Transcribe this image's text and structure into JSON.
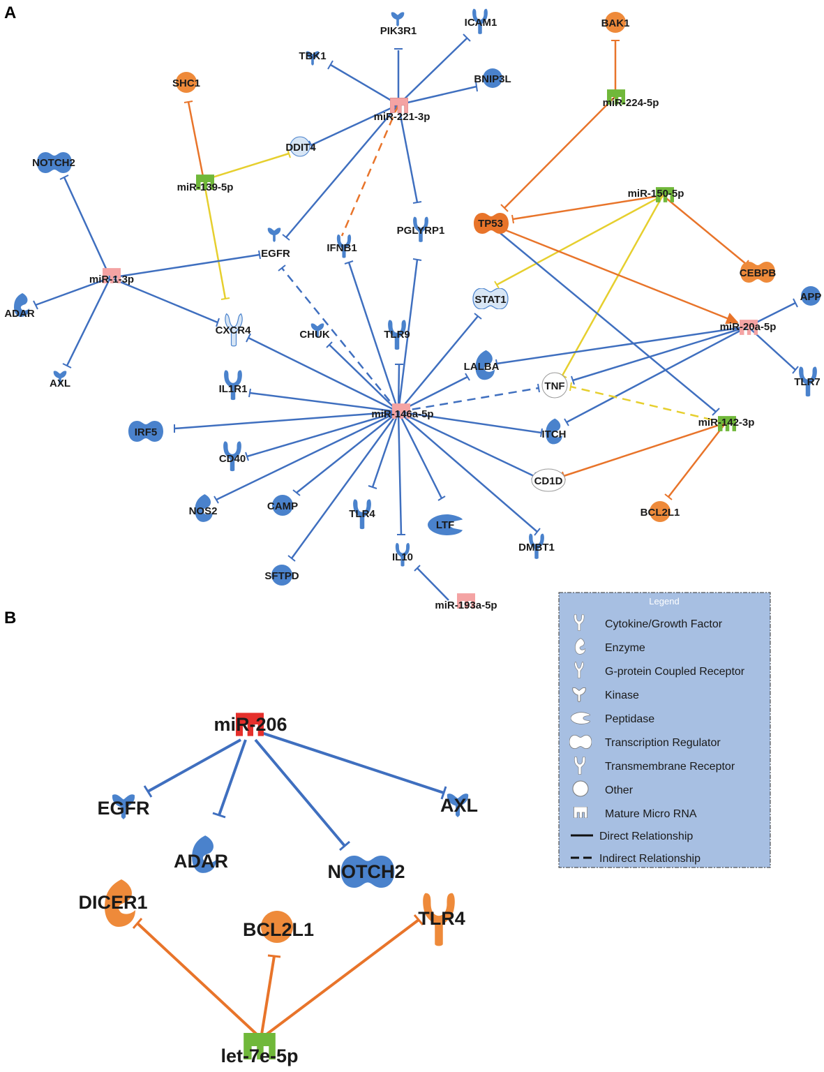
{
  "panels": {
    "a": "A",
    "b": "B"
  },
  "colors": {
    "blue_edge": "#3f6fbf",
    "orange_edge": "#e8742a",
    "yellow_edge": "#e6cf2e",
    "node_blue": "#4a82cc",
    "node_light_blue": "#d8e6f5",
    "node_orange": "#ee8a3a",
    "mirna_pink": "#f4a3a3",
    "mirna_green": "#70b83a",
    "mirna_red": "#e5302c",
    "legend_bg": "#a7bfe2"
  },
  "nodes": {
    "pik3r1": "PIK3R1",
    "icam1": "ICAM1",
    "bak1": "BAK1",
    "tbk1": "TBK1",
    "shc1": "SHC1",
    "bnip3l": "BNIP3L",
    "mir221": "miR-221-3p",
    "mir224": "miR-224-5p",
    "notch2": "NOTCH2",
    "ddit4": "DDIT4",
    "mir139": "miR-139-5p",
    "mir150": "miR-150-5p",
    "tp53": "TP53",
    "pglyrp1": "PGLYRP1",
    "ifnb1": "IFNB1",
    "egfr": "EGFR",
    "mir1": "miR-1-3p",
    "cebpb": "CEBPB",
    "stat1": "STAT1",
    "app": "APP",
    "adar": "ADAR",
    "cxcr4": "CXCR4",
    "chuk": "CHUK",
    "tlr9": "TLR9",
    "mir20a": "miR-20a-5p",
    "lalba": "LALBA",
    "axl": "AXL",
    "tlr7": "TLR7",
    "tnf": "TNF",
    "il1r1": "IL1R1",
    "mir146a": "miR-146a-5p",
    "mir142": "miR-142-3p",
    "irf5": "IRF5",
    "itch": "ITCH",
    "cd40": "CD40",
    "cd1d": "CD1D",
    "nos2": "NOS2",
    "camp": "CAMP",
    "tlr4": "TLR4",
    "ltf": "LTF",
    "bcl2l1": "BCL2L1",
    "dmbt1": "DMBT1",
    "il10": "IL10",
    "sftpd": "SFTPD",
    "mir193a": "miR-193a-5p"
  },
  "panel_b_nodes": {
    "mir206": "miR-206",
    "egfr": "EGFR",
    "axl": "AXL",
    "adar": "ADAR",
    "notch2": "NOTCH2",
    "dicer1": "DICER1",
    "bcl2l1": "BCL2L1",
    "tlr4": "TLR4",
    "let7e": "let-7e-5p"
  },
  "legend": {
    "title": "Legend",
    "items": [
      {
        "icon": "cytokine-icon",
        "label": "Cytokine/Growth Factor"
      },
      {
        "icon": "enzyme-icon",
        "label": "Enzyme"
      },
      {
        "icon": "gpcr-icon",
        "label": "G-protein Coupled Receptor"
      },
      {
        "icon": "kinase-icon",
        "label": "Kinase"
      },
      {
        "icon": "peptidase-icon",
        "label": "Peptidase"
      },
      {
        "icon": "transcription-regulator-icon",
        "label": "Transcription Regulator"
      },
      {
        "icon": "transmembrane-receptor-icon",
        "label": "Transmembrane Receptor"
      },
      {
        "icon": "other-icon",
        "label": "Other"
      },
      {
        "icon": "mature-microrna-icon",
        "label": "Mature Micro RNA"
      },
      {
        "icon": "solid-line-icon",
        "label": "Direct Relationship"
      },
      {
        "icon": "dashed-line-icon",
        "label": "Indirect Relationship"
      }
    ]
  }
}
